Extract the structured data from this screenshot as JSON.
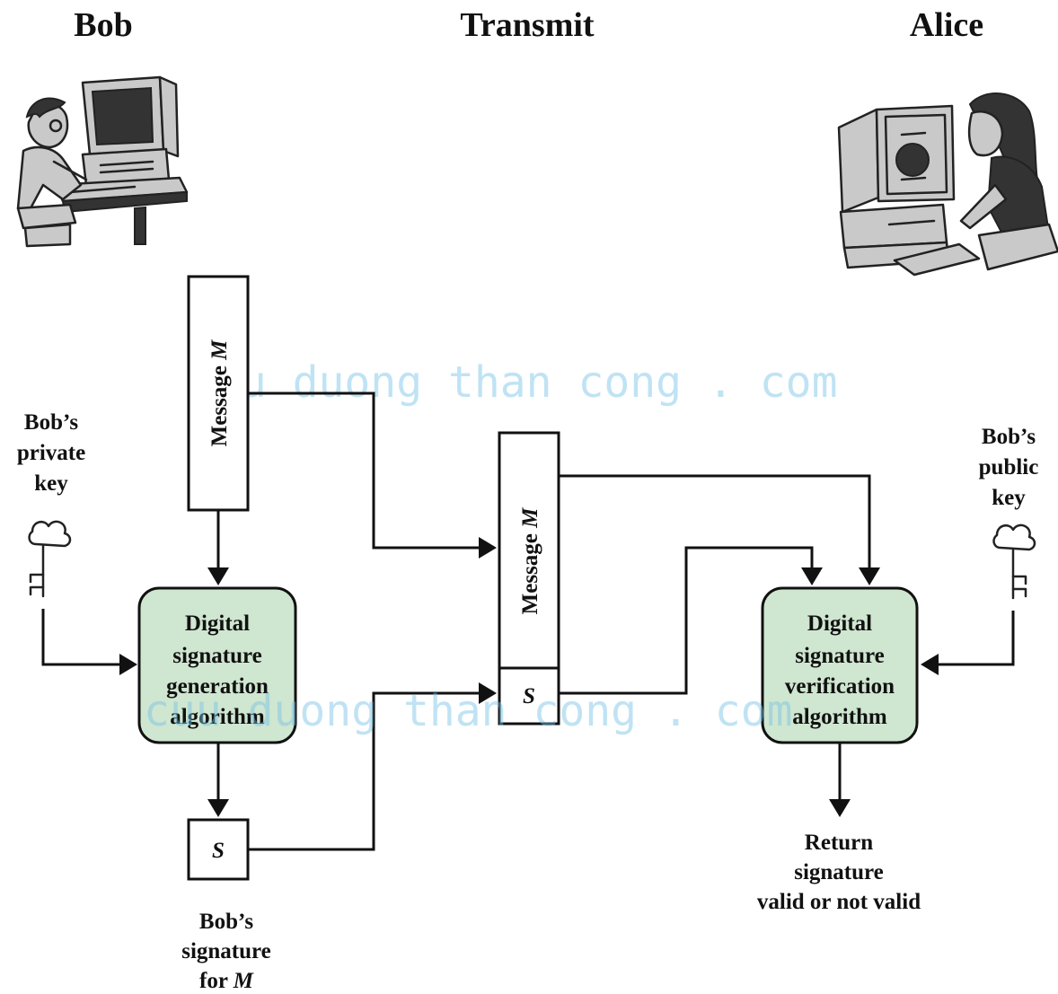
{
  "headers": {
    "bob": "Bob",
    "transmit": "Transmit",
    "alice": "Alice"
  },
  "keys": {
    "private": [
      "Bob’s",
      "private",
      "key"
    ],
    "public": [
      "Bob’s",
      "public",
      "key"
    ]
  },
  "message_box_label": {
    "prefix": "Message ",
    "var": "M"
  },
  "signature_symbol": "S",
  "generation_algorithm": [
    "Digital",
    "signature",
    "generation",
    "algorithm"
  ],
  "verification_algorithm": [
    "Digital",
    "signature",
    "verification",
    "algorithm"
  ],
  "signature_caption": {
    "line1": "Bob’s",
    "line2": "signature",
    "line3_prefix": "for ",
    "line3_var": "M"
  },
  "result_caption": [
    "Return",
    "signature",
    "valid or not valid"
  ],
  "watermark": {
    "line1": "cuu duong than cong . com",
    "line2": "cuu duong than cong . com"
  },
  "colors": {
    "algorithm_fill": "#cfe6d0",
    "watermark": "#74c0e6"
  }
}
